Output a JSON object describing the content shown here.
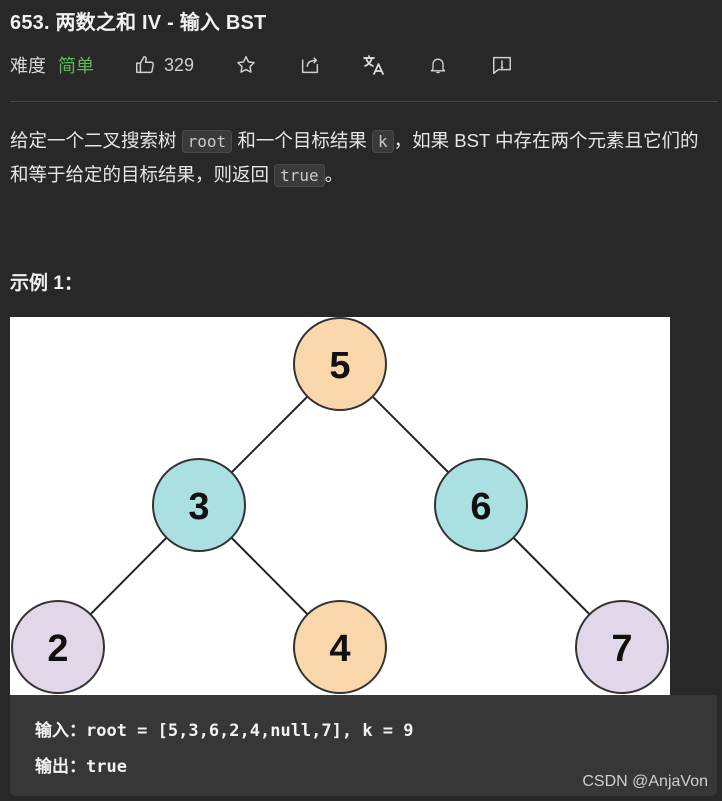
{
  "problem": {
    "title": "653. 两数之和 IV - 输入 BST",
    "difficulty_label": "难度",
    "difficulty_value": "简单",
    "likes": "329"
  },
  "toolbar_icons": [
    "thumbs-up-icon",
    "star-icon",
    "share-icon",
    "translate-icon",
    "bell-icon",
    "feedback-icon"
  ],
  "colors": {
    "background": "#282828",
    "difficulty_easy": "#5cb85c",
    "node_peach": "#fad7ab",
    "node_cyan": "#abe0e2",
    "node_lilac": "#e2d6e9"
  },
  "description": {
    "p1": "给定一个二叉搜索树 ",
    "code_root": "root",
    "p2": " 和一个目标结果 ",
    "code_k": "k",
    "p3": "，如果 BST 中存在两个元素且它们的和等于给定的目标结果，则返回 ",
    "code_true": "true",
    "p4": "。"
  },
  "example": {
    "title": "示例 1：",
    "tree_nodes": [
      "5",
      "3",
      "6",
      "2",
      "4",
      "7"
    ],
    "input_line": "输入：root = [5,3,6,2,4,null,7], k = 9",
    "output_line": "输出：true"
  },
  "watermark": "CSDN @AnjaVon"
}
